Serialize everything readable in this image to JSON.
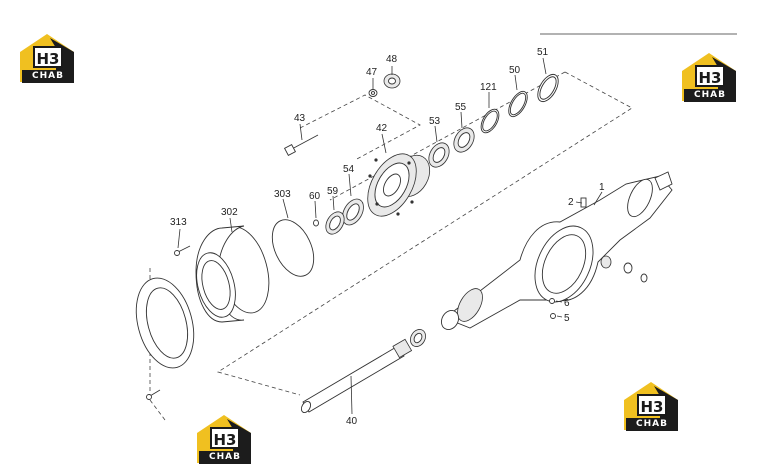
{
  "logo": {
    "mark": "H3",
    "brand": "CHAB",
    "accent_color": "#f0c020",
    "dark_color": "#1c1c1c"
  },
  "callouts": [
    {
      "id": "48",
      "text": "48"
    },
    {
      "id": "47",
      "text": "47"
    },
    {
      "id": "51",
      "text": "51"
    },
    {
      "id": "50",
      "text": "50"
    },
    {
      "id": "121",
      "text": "121"
    },
    {
      "id": "55",
      "text": "55"
    },
    {
      "id": "53",
      "text": "53"
    },
    {
      "id": "43",
      "text": "43"
    },
    {
      "id": "42",
      "text": "42"
    },
    {
      "id": "54",
      "text": "54"
    },
    {
      "id": "303",
      "text": "303"
    },
    {
      "id": "60",
      "text": "60"
    },
    {
      "id": "59",
      "text": "59"
    },
    {
      "id": "313",
      "text": "313"
    },
    {
      "id": "302",
      "text": "302"
    },
    {
      "id": "1",
      "text": "1"
    },
    {
      "id": "2",
      "text": "2"
    },
    {
      "id": "6",
      "text": "6"
    },
    {
      "id": "5",
      "text": "5"
    },
    {
      "id": "40",
      "text": "40"
    }
  ]
}
